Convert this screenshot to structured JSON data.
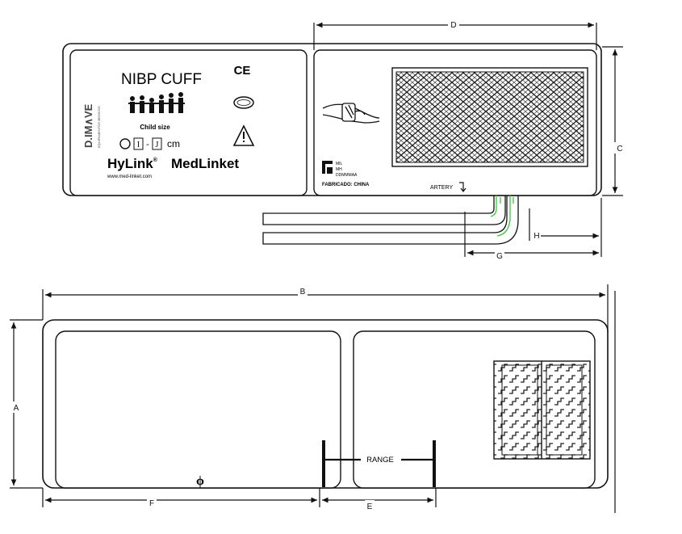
{
  "top_view": {
    "title": "NIBP CUFF",
    "ce_mark": "CE",
    "child_size_label": "Child size",
    "range_prefix": "I",
    "range_dash": "-",
    "range_suffix": "J",
    "range_unit": "cm",
    "brand_hylink": "HyLink",
    "brand_hylink_tm": "®",
    "brand_medlinket": "MedLinket",
    "website": "www.med-linket.com",
    "logo_text": "D.IM∧VE",
    "logo_subtext": "EQUIPAMENTOS MEDICOS",
    "latex_icon": "latex-free-icon",
    "warning_icon": "warning-triangle-icon",
    "manufacturer_line1": "MIL",
    "manufacturer_line2": "MH",
    "manufacturer_line3": "DDMMMAA",
    "fabricado": "FABRICADO: CHINA",
    "artery_label": "ARTERY",
    "icons": [
      "ce-mark-icon",
      "family-icon",
      "arm-cuff-icon",
      "manufacturer-icon",
      "arrow-down-icon"
    ]
  },
  "bottom_view": {
    "range_label": "RANGE",
    "index_symbol": "ϕ"
  },
  "dimensions": {
    "D": "D",
    "C": "C",
    "H": "H",
    "G": "G",
    "B": "B",
    "A": "A",
    "F": "F",
    "E": "E"
  },
  "colors": {
    "line": "#111111",
    "tube_accent": "#33cc33"
  }
}
